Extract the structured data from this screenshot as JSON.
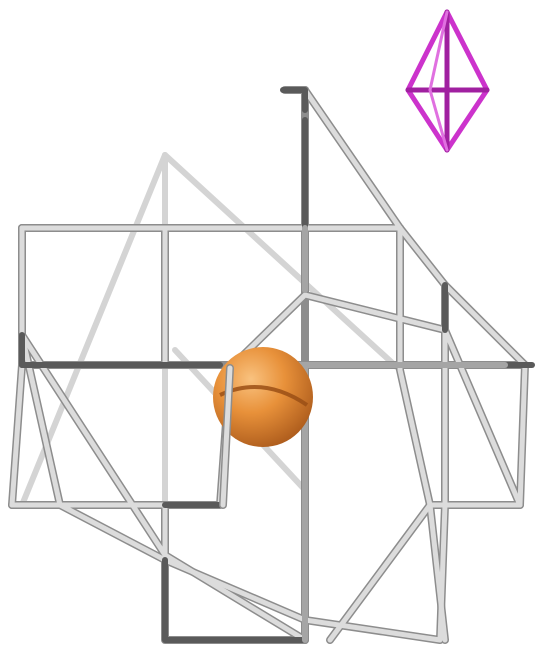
{
  "figure": {
    "kind": "3D molecular cage (stick model) with a central atom and a purple octahedral marker",
    "colors": {
      "background": "#ffffff",
      "bond_light": "#d8d8d8",
      "bond_mid": "#b4b4b4",
      "bond_dark": "#6e6e6e",
      "sphere_main": "#e8913a",
      "sphere_dark": "#b8611a",
      "marker": "#cc33cc"
    },
    "sphere": {
      "name": "central-atom",
      "shape": "sphere"
    },
    "marker": {
      "name": "octahedron-marker",
      "shape": "octahedron"
    }
  }
}
